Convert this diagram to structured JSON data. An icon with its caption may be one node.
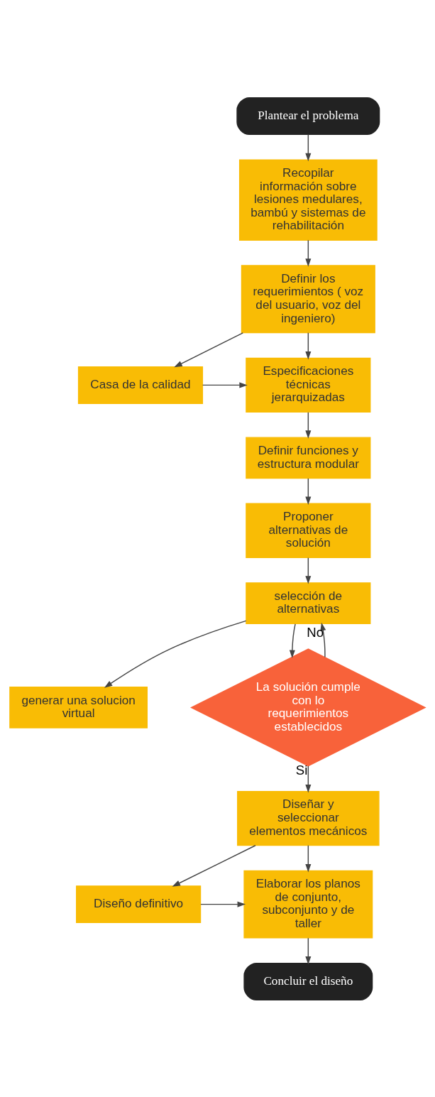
{
  "diagram": {
    "nodes": [
      {
        "text": [
          "Plantear el problema"
        ]
      },
      {
        "text": [
          "Recopilar información sobre lesiones medulares, bambú y sistemas de rehabilitación"
        ]
      },
      {
        "text": [
          "Definir los requerimientos ( voz del usuario, voz del ingeniero)"
        ]
      },
      {
        "text": [
          "Casa de la calidad"
        ]
      },
      {
        "text": [
          "Especificaciones técnicas jerarquizadas"
        ]
      },
      {
        "text": [
          "Definir funciones y estructura modular"
        ]
      },
      {
        "text": [
          "Proponer alternativas de solución"
        ]
      },
      {
        "text": [
          "selección de alternativas"
        ]
      },
      {
        "text": [
          "generar una solucion virtual"
        ]
      },
      {
        "text": [
          "La solución cumple con lo requerimientos establecidos"
        ]
      },
      {
        "text": [
          "Diseñar y seleccionar elementos mecánicos"
        ]
      },
      {
        "text": [
          "Diseño definitivo"
        ]
      },
      {
        "text": [
          "Elaborar los planos de conjunto, subconjunto y de taller"
        ]
      },
      {
        "text": [
          "Concluir el diseño"
        ]
      }
    ],
    "edges": [
      {
        "from": 0,
        "to": 1,
        "arrow": "to"
      },
      {
        "from": 1,
        "to": 2,
        "arrow": "to"
      },
      {
        "from": 2,
        "to": 4,
        "arrow": "to"
      },
      {
        "from": 2,
        "to": 3,
        "arrow": "to"
      },
      {
        "from": 3,
        "to": 4,
        "arrow": "to"
      },
      {
        "from": 4,
        "to": 5,
        "arrow": "to"
      },
      {
        "from": 5,
        "to": 6,
        "arrow": "to"
      },
      {
        "from": 6,
        "to": 7,
        "arrow": "to"
      },
      {
        "from": 7,
        "to": 9,
        "arrow": "to"
      },
      {
        "from": 7,
        "to": 8,
        "arrow": "to"
      },
      {
        "from": 9,
        "to": 7,
        "arrow": "to",
        "label": "No"
      },
      {
        "from": 9,
        "to": 10,
        "arrow": "to",
        "label": "Si"
      },
      {
        "from": 10,
        "to": 12,
        "arrow": "to"
      },
      {
        "from": 10,
        "to": 11,
        "arrow": "to"
      },
      {
        "from": 11,
        "to": 12,
        "arrow": "to"
      },
      {
        "from": 12,
        "to": 13,
        "arrow": "to"
      }
    ]
  }
}
